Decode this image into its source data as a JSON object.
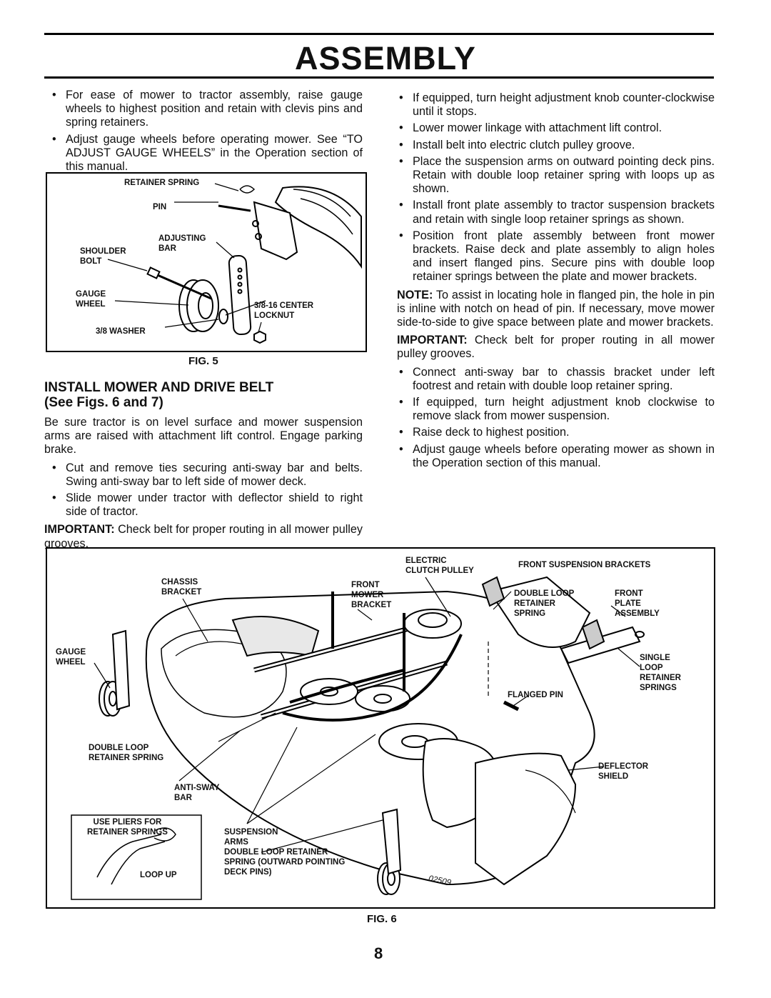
{
  "header": {
    "title": "ASSEMBLY"
  },
  "left_column": {
    "bullets_top": [
      "For ease of mower to tractor assembly, raise gauge wheels to highest position and retain with clevis pins and spring retainers.",
      "Adjust gauge wheels before operating mower. See “TO ADJUST GAUGE WHEELS” in the Operation section of this manual."
    ],
    "section_title_line1": "INSTALL MOWER  AND DRIVE BELT",
    "section_title_line2": "(See Figs. 6 and 7)",
    "intro": "Be sure tractor is on level surface and mower suspension arms are raised with attachment lift control. Engage parking brake.",
    "bullets_bottom": [
      "Cut and remove ties securing anti-sway bar and belts. Swing anti-sway bar to left side of mower deck.",
      "Slide mower under tractor with deflector shield to right side of tractor."
    ],
    "important_label": "IMPORTANT:",
    "important_text": " Check belt for proper routing in all mower pulley grooves."
  },
  "right_column": {
    "bullets_top": [
      "If equipped, turn height adjustment knob counter-clockwise until it stops.",
      "Lower mower linkage with attachment lift control.",
      "Install belt into electric clutch pulley groove.",
      "Place the suspension arms on outward pointing deck pins. Retain with double loop retainer spring with loops up as shown.",
      "Install front plate assembly to tractor suspension brackets and retain with single loop retainer springs as shown.",
      "Position front plate assembly between front mower brackets. Raise deck and plate assembly to align holes and insert flanged pins. Secure pins with double loop retainer springs between the plate and mower brackets."
    ],
    "note_label": "NOTE:",
    "note_text": " To assist in locating hole in flanged pin, the hole in pin is inline with notch on head of pin. If necessary, move mower side-to-side to give space between plate and mower brackets.",
    "important_label": "IMPORTANT:",
    "important_text": "  Check belt for proper routing in all mower pulley grooves.",
    "bullets_bottom": [
      "Connect anti-sway bar to chassis bracket under left footrest and retain with double loop retainer spring.",
      "If equipped, turn height adjustment knob clockwise to remove slack from mower suspension.",
      "Raise deck to highest position.",
      "Adjust gauge wheels before operating mower as shown in the Operation section of this manual."
    ]
  },
  "fig5": {
    "caption": "FIG. 5",
    "labels": {
      "retainer_spring": "RETAINER SPRING",
      "pin": "PIN",
      "adjusting_bar": "ADJUSTING\nBAR",
      "shoulder_bolt": "SHOULDER\nBOLT",
      "gauge_wheel": "GAUGE\nWHEEL",
      "center_locknut": "3/8-16 CENTER\nLOCKNUT",
      "washer": "3/8 WASHER"
    }
  },
  "fig6": {
    "caption": "FIG. 6",
    "labels": {
      "electric_clutch_pulley": "ELECTRIC\nCLUTCH PULLEY",
      "front_suspension_brackets": "FRONT SUSPENSION BRACKETS",
      "chassis_bracket": "CHASSIS\nBRACKET",
      "front_mower_bracket": "FRONT\nMOWER\nBRACKET",
      "double_loop_retainer_spring_top": "DOUBLE LOOP\nRETAINER\nSPRING",
      "front_plate_assembly": "FRONT\nPLATE\nASSEMBLY",
      "gauge_wheel": "GAUGE\nWHEEL",
      "single_loop_retainer_springs": "SINGLE\nLOOP\nRETAINER\nSPRINGS",
      "flanged_pin": "FLANGED PIN",
      "double_loop_retainer_spring_left": "DOUBLE LOOP\nRETAINER SPRING",
      "deflector_shield": "DEFLECTOR\nSHIELD",
      "anti_sway_bar": "ANTI-SWAY\nBAR",
      "use_pliers": "USE PLIERS FOR\nRETAINER SPRINGS",
      "loop_up": "LOOP UP",
      "suspension_arms": "SUSPENSION\nARMS",
      "double_loop_outward": "DOUBLE LOOP RETAINER\nSPRING (OUTWARD POINTING\nDECK PINS)",
      "part_number": "02509"
    }
  },
  "page_number": "8"
}
